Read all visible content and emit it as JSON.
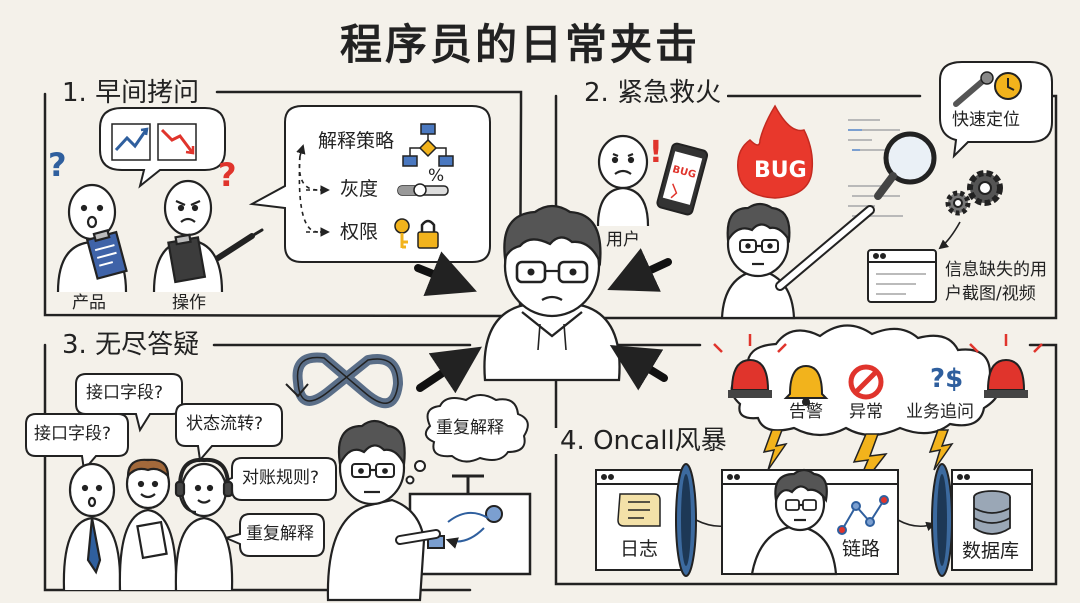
{
  "title": "程序员的日常夹击",
  "sections": {
    "s1": {
      "heading": "1. 早间拷问",
      "people": [
        "产品",
        "操作"
      ],
      "strategy": [
        "解释策略",
        "灰度",
        "权限"
      ],
      "percent": "%"
    },
    "s2": {
      "heading": "2. 紧急救火",
      "user": "用户",
      "bug": "BUG",
      "phone_bug": "BUG",
      "locate": "快速定位",
      "missing": [
        "信息缺失的用",
        "户截图/视频"
      ]
    },
    "s3": {
      "heading": "3. 无尽答疑",
      "questions": [
        "接口字段?",
        "接口字段?",
        "状态流转?",
        "对账规则?",
        "重复解释"
      ],
      "thought": "重复解释"
    },
    "s4": {
      "heading": "4. Oncall风暴",
      "alerts": [
        "告警",
        "异常",
        "业务追问"
      ],
      "alert_symbol": "?$",
      "flow": [
        "日志",
        "链路",
        "数据库"
      ]
    }
  },
  "colors": {
    "accent": "#2f5f9e",
    "alarm": "#e0342c",
    "warn": "#f2b31c",
    "ink": "#222222",
    "paper": "#f4f1ea"
  }
}
